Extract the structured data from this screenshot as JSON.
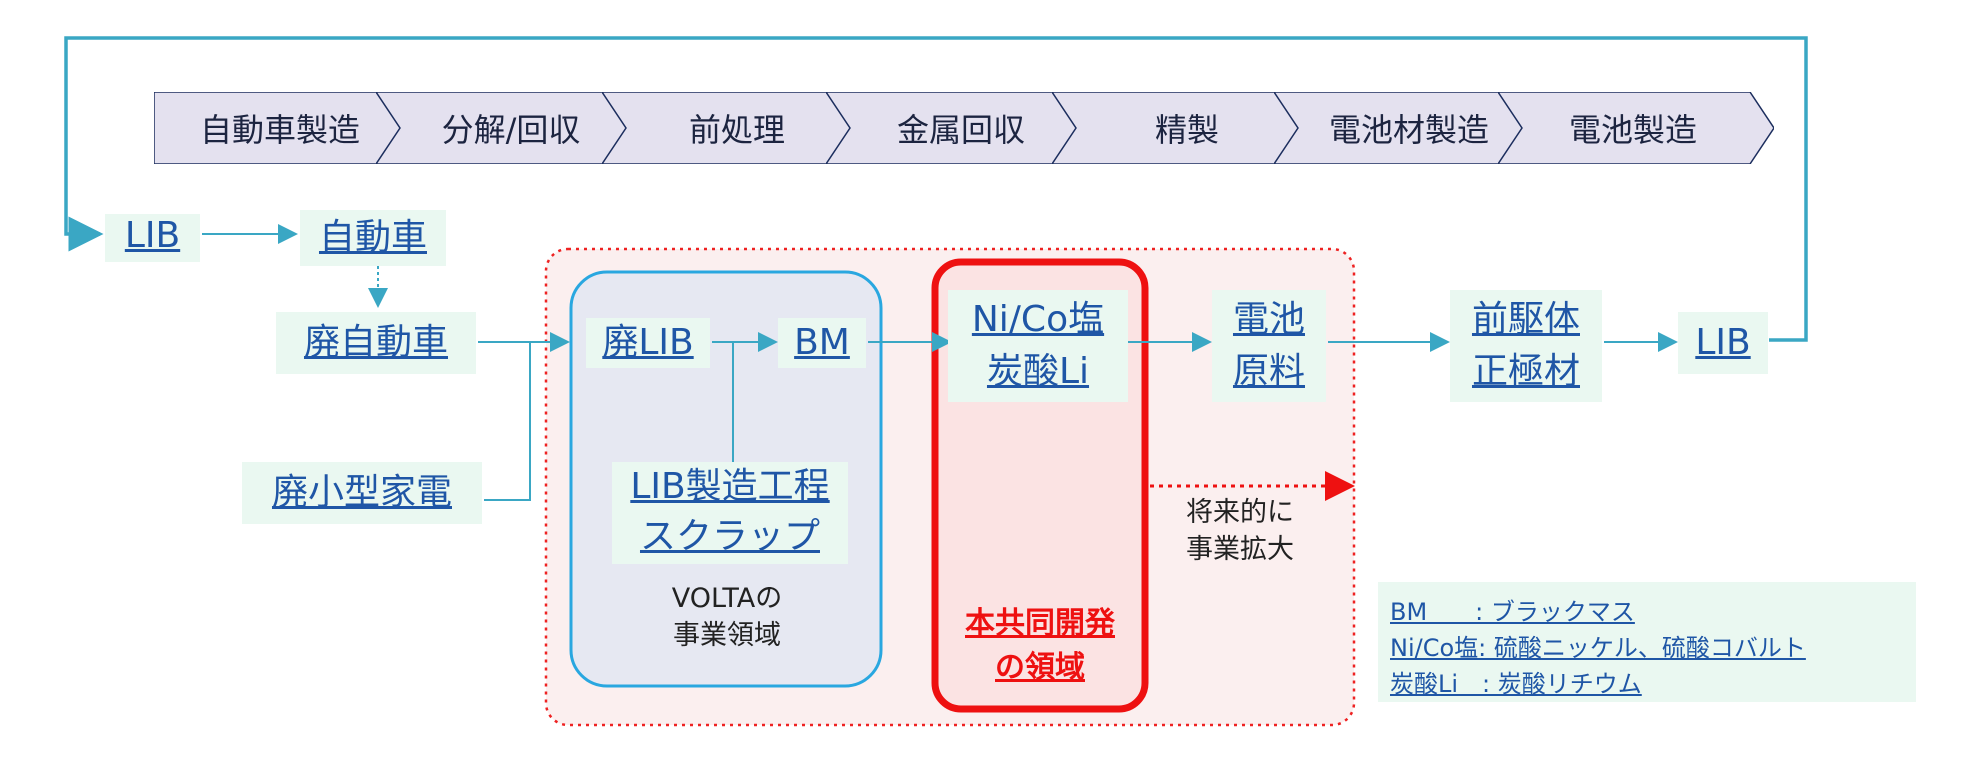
{
  "process_flow": [
    "自動車製造",
    "分解/回収",
    "前処理",
    "金属回収",
    "精製",
    "電池材製造",
    "電池製造"
  ],
  "nodes": {
    "lib_top": "LIB",
    "automobile": "自動車",
    "waste_automobile": "廃自動車",
    "waste_small_appliances": "廃小型家電",
    "waste_lib": "廃LIB",
    "bm": "BM",
    "lib_scrap_line1": "LIB製造工程",
    "lib_scrap_line2": "スクラップ",
    "nico_line1": "Ni/Co塩",
    "nico_line2": "炭酸Li",
    "battery_material_line1": "電池",
    "battery_material_line2": "原料",
    "precursor_line1": "前駆体",
    "precursor_line2": "正極材",
    "lib_right": "LIB"
  },
  "zones": {
    "volta_line1": "VOLTAの",
    "volta_line2": "事業領域",
    "joint_line1": "本共同開発",
    "joint_line2": "の領域",
    "future_line1": "将来的に",
    "future_line2": "事業拡大"
  },
  "legend": [
    "BM　　: ブラックマス",
    "Ni/Co塩: 硫酸ニッケル、硫酸コバルト",
    "炭酸Li　: 炭酸リチウム"
  ],
  "colors": {
    "accent_teal": "#3aa7c4",
    "chevron_fill": "#e4e1ef",
    "chevron_border": "#1c2e5e",
    "node_bg": "#eaf8f1",
    "link_blue": "#1f56a6",
    "red": "#ee1111",
    "volta_blue": "#29a7e0"
  }
}
